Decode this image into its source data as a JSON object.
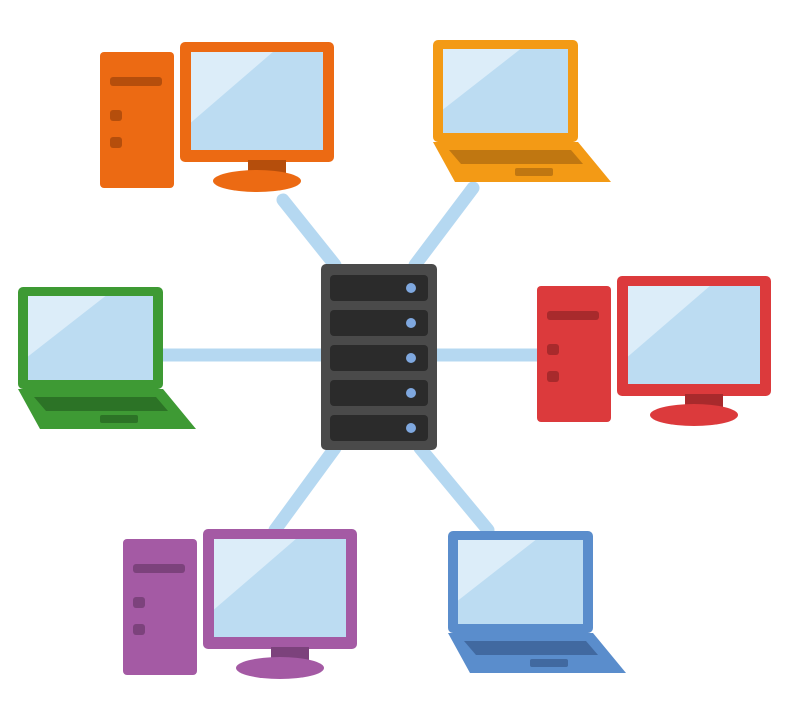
{
  "colors": {
    "background": "#ffffff",
    "link": "#b5d8f1",
    "screen": "#bcdcf2",
    "screen_highlight": "#dcedf9",
    "server_body": "#4a4a4a",
    "server_bay": "#2b2b2b",
    "server_led": "#7fa8df"
  },
  "server": {
    "icon": "server-rack-icon",
    "bay_count": 5
  },
  "devices": [
    {
      "id": "pc-orange",
      "type": "desktop",
      "icon": "desktop-computer-icon",
      "color": "#ec6a13",
      "shade": "#b54e0c"
    },
    {
      "id": "laptop-amber",
      "type": "laptop",
      "icon": "laptop-icon",
      "color": "#f39a15",
      "shade": "#c07711"
    },
    {
      "id": "laptop-green",
      "type": "laptop",
      "icon": "laptop-icon",
      "color": "#3e9a34",
      "shade": "#2c7326"
    },
    {
      "id": "pc-red",
      "type": "desktop",
      "icon": "desktop-computer-icon",
      "color": "#dc3a3c",
      "shade": "#a82a2c"
    },
    {
      "id": "pc-purple",
      "type": "desktop",
      "icon": "desktop-computer-icon",
      "color": "#a45aa4",
      "shade": "#7c427c"
    },
    {
      "id": "laptop-blue",
      "type": "laptop",
      "icon": "laptop-icon",
      "color": "#5a8dcc",
      "shade": "#4169a0"
    }
  ]
}
